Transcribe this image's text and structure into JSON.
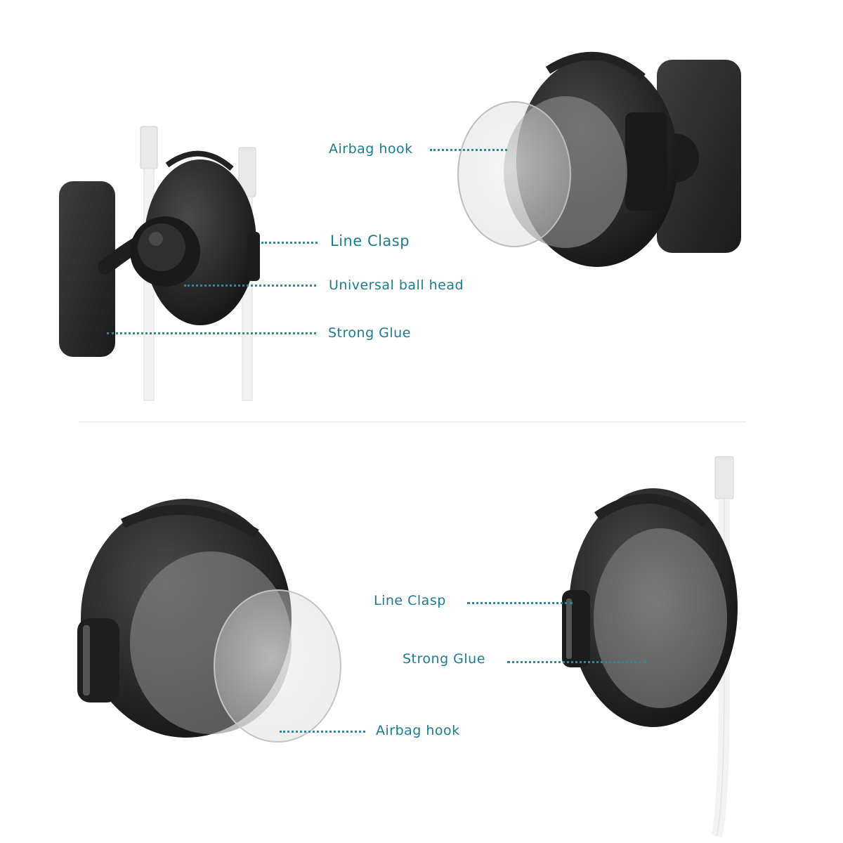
{
  "callouts": {
    "airbag_hook_top": "Airbag hook",
    "line_clasp_top": "Line Clasp",
    "universal_ball_head": "Universal ball head",
    "strong_glue_top": "Strong Glue",
    "line_clasp_bottom": "Line Clasp",
    "strong_glue_bottom": "Strong Glue",
    "airbag_hook_bottom": "Airbag hook"
  },
  "colors": {
    "label": "#1f7a8c",
    "leader": "#2b8aa0",
    "product_body": "#2a2a2a",
    "glue_pad": "#6e6e6e",
    "cable": "#f4f4f4"
  }
}
